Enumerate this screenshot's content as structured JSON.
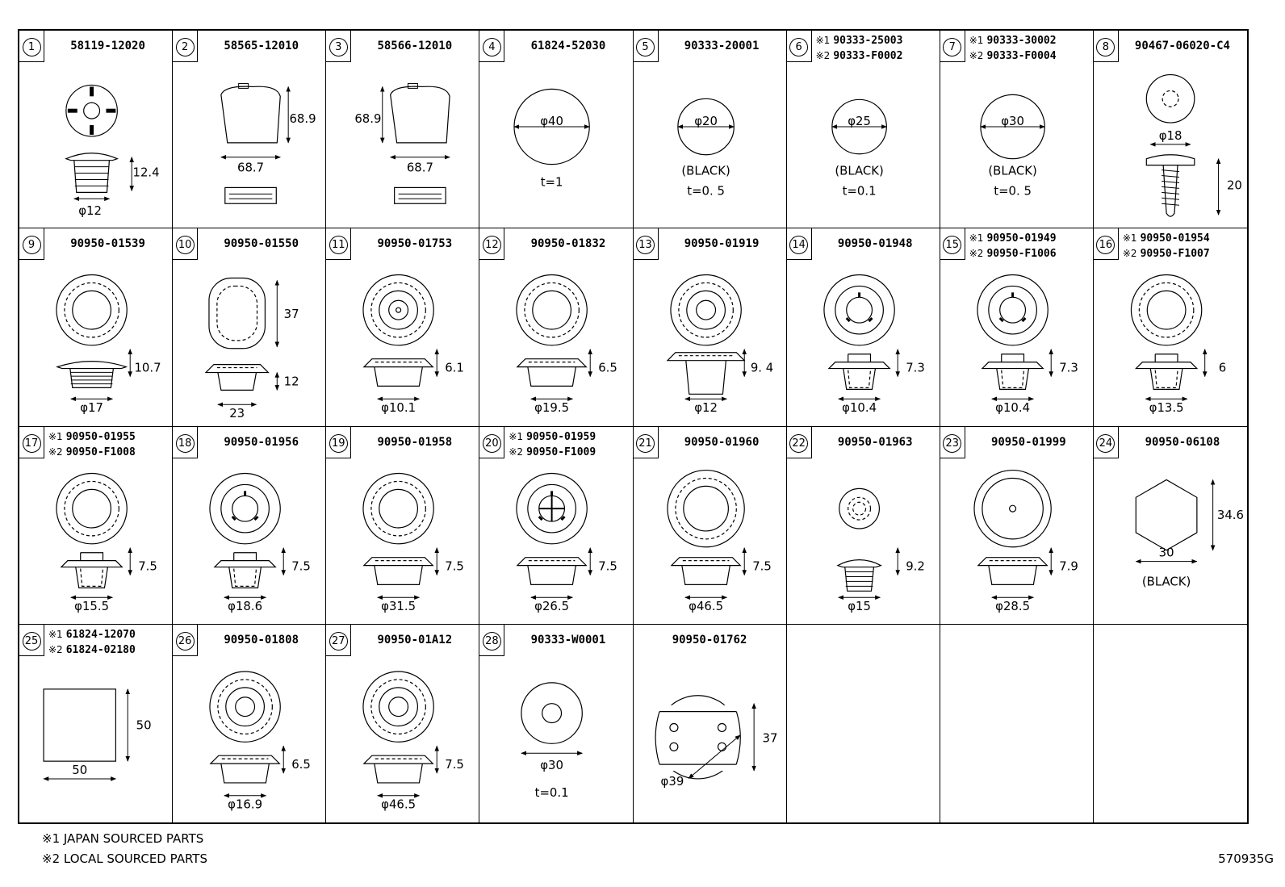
{
  "parts": [
    {
      "index": "1",
      "part_numbers": [
        "58119-12020"
      ],
      "dims": [
        "12.4",
        "φ12"
      ]
    },
    {
      "index": "2",
      "part_numbers": [
        "58565-12010"
      ],
      "dims": [
        "68.9",
        "68.7"
      ]
    },
    {
      "index": "3",
      "part_numbers": [
        "58566-12010"
      ],
      "dims": [
        "68.9",
        "68.7"
      ]
    },
    {
      "index": "4",
      "part_numbers": [
        "61824-52030"
      ],
      "dims": [
        "φ40"
      ],
      "notes": [
        "t=1"
      ]
    },
    {
      "index": "5",
      "part_numbers": [
        "90333-20001"
      ],
      "dims": [
        "φ20"
      ],
      "notes": [
        "(BLACK)",
        "t=0. 5"
      ]
    },
    {
      "index": "6",
      "part_numbers": [
        "90333-25003",
        "90333-F0002"
      ],
      "markers": [
        "※1",
        "※2"
      ],
      "dims": [
        "φ25"
      ],
      "notes": [
        "(BLACK)",
        "t=0.1"
      ]
    },
    {
      "index": "7",
      "part_numbers": [
        "90333-30002",
        "90333-F0004"
      ],
      "markers": [
        "※1",
        "※2"
      ],
      "dims": [
        "φ30"
      ],
      "notes": [
        "(BLACK)",
        "t=0. 5"
      ]
    },
    {
      "index": "8",
      "part_numbers": [
        "90467-06020-C4"
      ],
      "dims": [
        "φ18",
        "20"
      ]
    },
    {
      "index": "9",
      "part_numbers": [
        "90950-01539"
      ],
      "dims": [
        "10.7",
        "φ17"
      ]
    },
    {
      "index": "10",
      "part_numbers": [
        "90950-01550"
      ],
      "dims": [
        "37",
        "12",
        "23"
      ]
    },
    {
      "index": "11",
      "part_numbers": [
        "90950-01753"
      ],
      "dims": [
        "6.1",
        "φ10.1"
      ]
    },
    {
      "index": "12",
      "part_numbers": [
        "90950-01832"
      ],
      "dims": [
        "6.5",
        "φ19.5"
      ]
    },
    {
      "index": "13",
      "part_numbers": [
        "90950-01919"
      ],
      "dims": [
        "9. 4",
        "φ12"
      ]
    },
    {
      "index": "14",
      "part_numbers": [
        "90950-01948"
      ],
      "dims": [
        "7.3",
        "φ10.4"
      ]
    },
    {
      "index": "15",
      "part_numbers": [
        "90950-01949",
        "90950-F1006"
      ],
      "markers": [
        "※1",
        "※2"
      ],
      "dims": [
        "7.3",
        "φ10.4"
      ]
    },
    {
      "index": "16",
      "part_numbers": [
        "90950-01954",
        "90950-F1007"
      ],
      "markers": [
        "※1",
        "※2"
      ],
      "dims": [
        "6",
        "φ13.5"
      ]
    },
    {
      "index": "17",
      "part_numbers": [
        "90950-01955",
        "90950-F1008"
      ],
      "markers": [
        "※1",
        "※2"
      ],
      "dims": [
        "7.5",
        "φ15.5"
      ]
    },
    {
      "index": "18",
      "part_numbers": [
        "90950-01956"
      ],
      "dims": [
        "7.5",
        "φ18.6"
      ]
    },
    {
      "index": "19",
      "part_numbers": [
        "90950-01958"
      ],
      "dims": [
        "7.5",
        "φ31.5"
      ]
    },
    {
      "index": "20",
      "part_numbers": [
        "90950-01959",
        "90950-F1009"
      ],
      "markers": [
        "※1",
        "※2"
      ],
      "dims": [
        "7.5",
        "φ26.5"
      ]
    },
    {
      "index": "21",
      "part_numbers": [
        "90950-01960"
      ],
      "dims": [
        "7.5",
        "φ46.5"
      ]
    },
    {
      "index": "22",
      "part_numbers": [
        "90950-01963"
      ],
      "dims": [
        "9.2",
        "φ15"
      ]
    },
    {
      "index": "23",
      "part_numbers": [
        "90950-01999"
      ],
      "dims": [
        "7.9",
        "φ28.5"
      ]
    },
    {
      "index": "24",
      "part_numbers": [
        "90950-06108"
      ],
      "dims": [
        "34.6",
        "30"
      ],
      "notes": [
        "(BLACK)"
      ]
    },
    {
      "index": "25",
      "part_numbers": [
        "61824-12070",
        "61824-02180"
      ],
      "markers": [
        "※1",
        "※2"
      ],
      "dims": [
        "50",
        "50"
      ]
    },
    {
      "index": "26",
      "part_numbers": [
        "90950-01808"
      ],
      "dims": [
        "6.5",
        "φ16.9"
      ]
    },
    {
      "index": "27",
      "part_numbers": [
        "90950-01A12"
      ],
      "dims": [
        "7.5",
        "φ46.5"
      ]
    },
    {
      "index": "28",
      "part_numbers": [
        "90333-W0001"
      ],
      "dims": [
        "φ30"
      ],
      "notes": [
        "t=0.1"
      ]
    },
    {
      "index": "",
      "part_numbers": [
        "90950-01762"
      ],
      "dims": [
        "37",
        "φ39"
      ]
    }
  ],
  "footnotes": [
    "※1 JAPAN SOURCED PARTS",
    "※2 LOCAL SOURCED PARTS"
  ],
  "drawing_id": "570935G"
}
